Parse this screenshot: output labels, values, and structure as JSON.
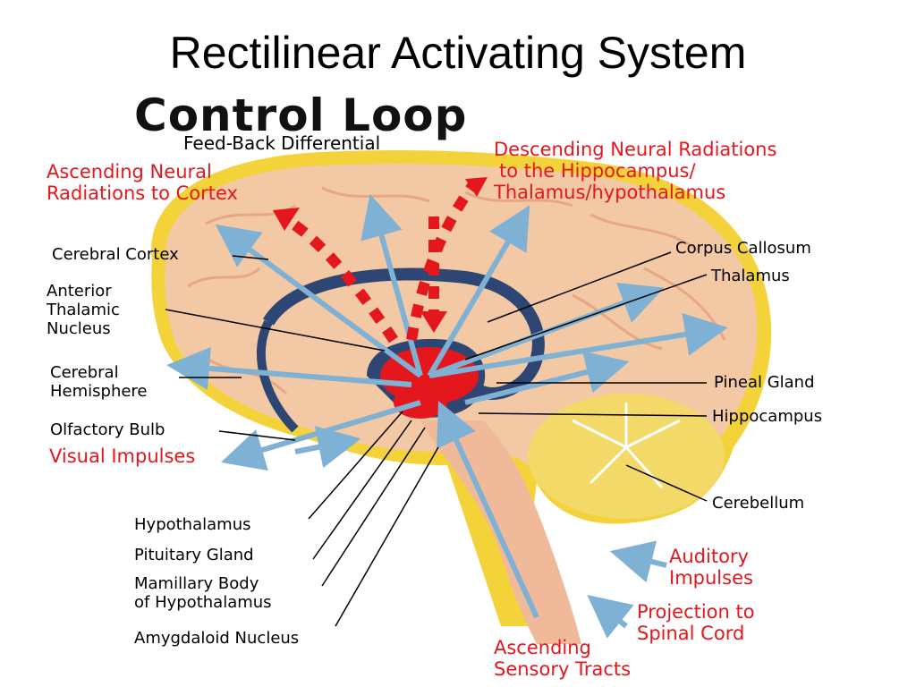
{
  "slide_title": "Rectilinear Activating System",
  "figure_title": "Control Loop",
  "labels": {
    "feedback": "Feed-Back Differential",
    "ascending_neural": [
      "Ascending Neural",
      "Radiations to Cortex"
    ],
    "descending_neural": [
      "Descending Neural Radiations",
      "to the Hippocampus/",
      "Thalamus/hypothalamus"
    ],
    "cerebral_cortex": "Cerebral Cortex",
    "anterior_thalamic": [
      "Anterior",
      "Thalamic",
      "Nucleus"
    ],
    "cerebral_hemisphere": [
      "Cerebral",
      "Hemisphere"
    ],
    "olfactory_bulb": "Olfactory Bulb",
    "visual_impulses": "Visual Impulses",
    "corpus_callosum": "Corpus Callosum",
    "thalamus": "Thalamus",
    "pineal_gland": "Pineal Gland",
    "hippocampus": "Hippocampus",
    "cerebellum": "Cerebellum",
    "hypothalamus": "Hypothalamus",
    "pituitary_gland": "Pituitary Gland",
    "mamillary_body": [
      "Mamillary Body",
      "of Hypothalamus"
    ],
    "amygdaloid": "Amygdaloid Nucleus",
    "auditory_impulses": [
      "Auditory",
      "Impulses"
    ],
    "projection_spinal": [
      "Projection to",
      "Spinal Cord"
    ],
    "ascending_sensory": [
      "Ascending",
      "Sensory Tracts"
    ]
  },
  "colors": {
    "brain_fill": "#f3c8a4",
    "brain_outline": "#f3d23a",
    "loop": "#2d4673",
    "arrows": "#7fb1d4",
    "red": "#e3171c",
    "cerebellum": "#f2d968"
  }
}
